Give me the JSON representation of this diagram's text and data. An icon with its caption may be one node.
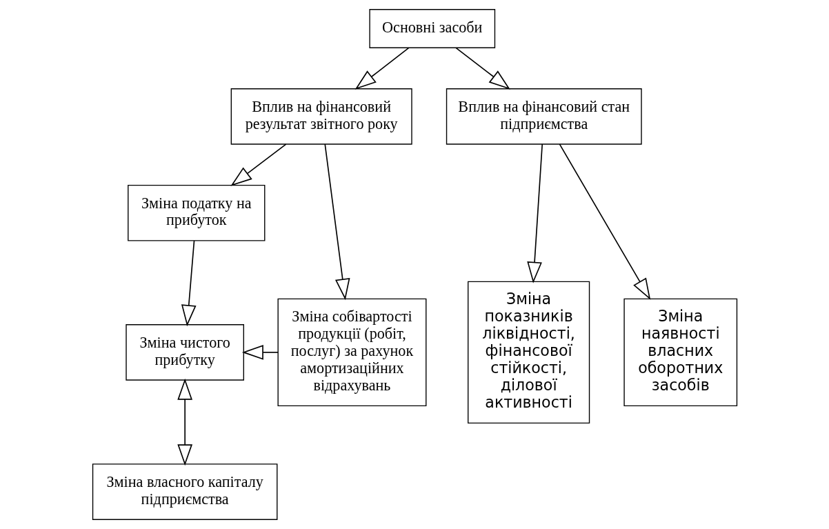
{
  "diagram": {
    "nodes": [
      {
        "text": [
          "Основні засоби"
        ]
      },
      {
        "text": [
          "Вплив на фінансовий результат звітного року"
        ]
      },
      {
        "text": [
          "Вплив на фінансовий стан підприємства"
        ]
      },
      {
        "text": [
          "Зміна податку на прибуток"
        ]
      },
      {
        "text": [
          "Зміна собівартості продукції (робіт, послуг) за рахунок амортизаційних відрахувань"
        ]
      },
      {
        "text": [
          "Зміна чистого прибутку"
        ]
      },
      {
        "text": [
          "Зміна показників ліквідності, фінансової стійкості, ділової активності"
        ]
      },
      {
        "text": [
          "Зміна наявності власних оборотних засобів"
        ]
      },
      {
        "text": [
          "Зміна власного капіталу підприємства"
        ]
      }
    ],
    "edges": [
      {
        "from": 0,
        "to": 1,
        "arrow": "to"
      },
      {
        "from": 0,
        "to": 2,
        "arrow": "to"
      },
      {
        "from": 1,
        "to": 3,
        "arrow": "to"
      },
      {
        "from": 1,
        "to": 4,
        "arrow": "to"
      },
      {
        "from": 4,
        "to": 5,
        "arrow": "to"
      },
      {
        "from": 3,
        "to": 5,
        "arrow": "to"
      },
      {
        "from": 5,
        "to": 8,
        "arrow": "both"
      },
      {
        "from": 2,
        "to": 6,
        "arrow": "to"
      },
      {
        "from": 2,
        "to": 7,
        "arrow": "to"
      }
    ]
  }
}
